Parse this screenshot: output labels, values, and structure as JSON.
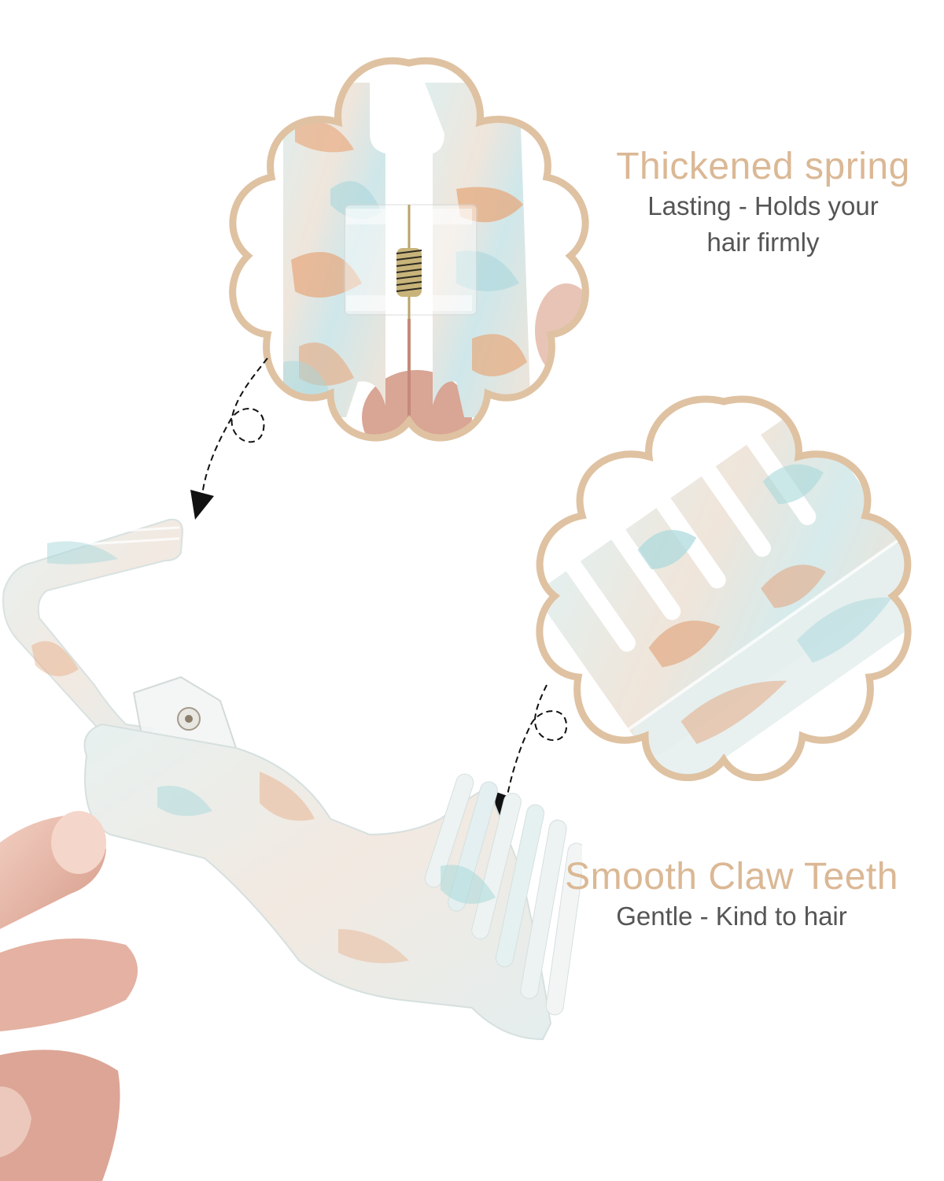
{
  "features": [
    {
      "id": "thickened-spring",
      "title": "Thickened spring",
      "subtitle_line1": "Lasting - Holds your",
      "subtitle_line2": "hair firmly"
    },
    {
      "id": "smooth-claw-teeth",
      "title": "Smooth Claw Teeth",
      "subtitle_line1": "Gentle - Kind to hair"
    }
  ],
  "colors": {
    "frame_outline": "#dfc2a2",
    "title_text": "#dbb895",
    "subtitle_text": "#555555",
    "clip_base": "#e8efee",
    "clip_blue": "#a9d9dc",
    "clip_peach": "#e6ab82",
    "arrow": "#111111",
    "background": "#ffffff"
  },
  "icons": {
    "detail_frame_top": "scalloped-flower-frame",
    "detail_frame_right": "scalloped-flower-frame",
    "arrow_top": "dashed-loop-arrow",
    "arrow_right": "dashed-loop-arrow"
  }
}
